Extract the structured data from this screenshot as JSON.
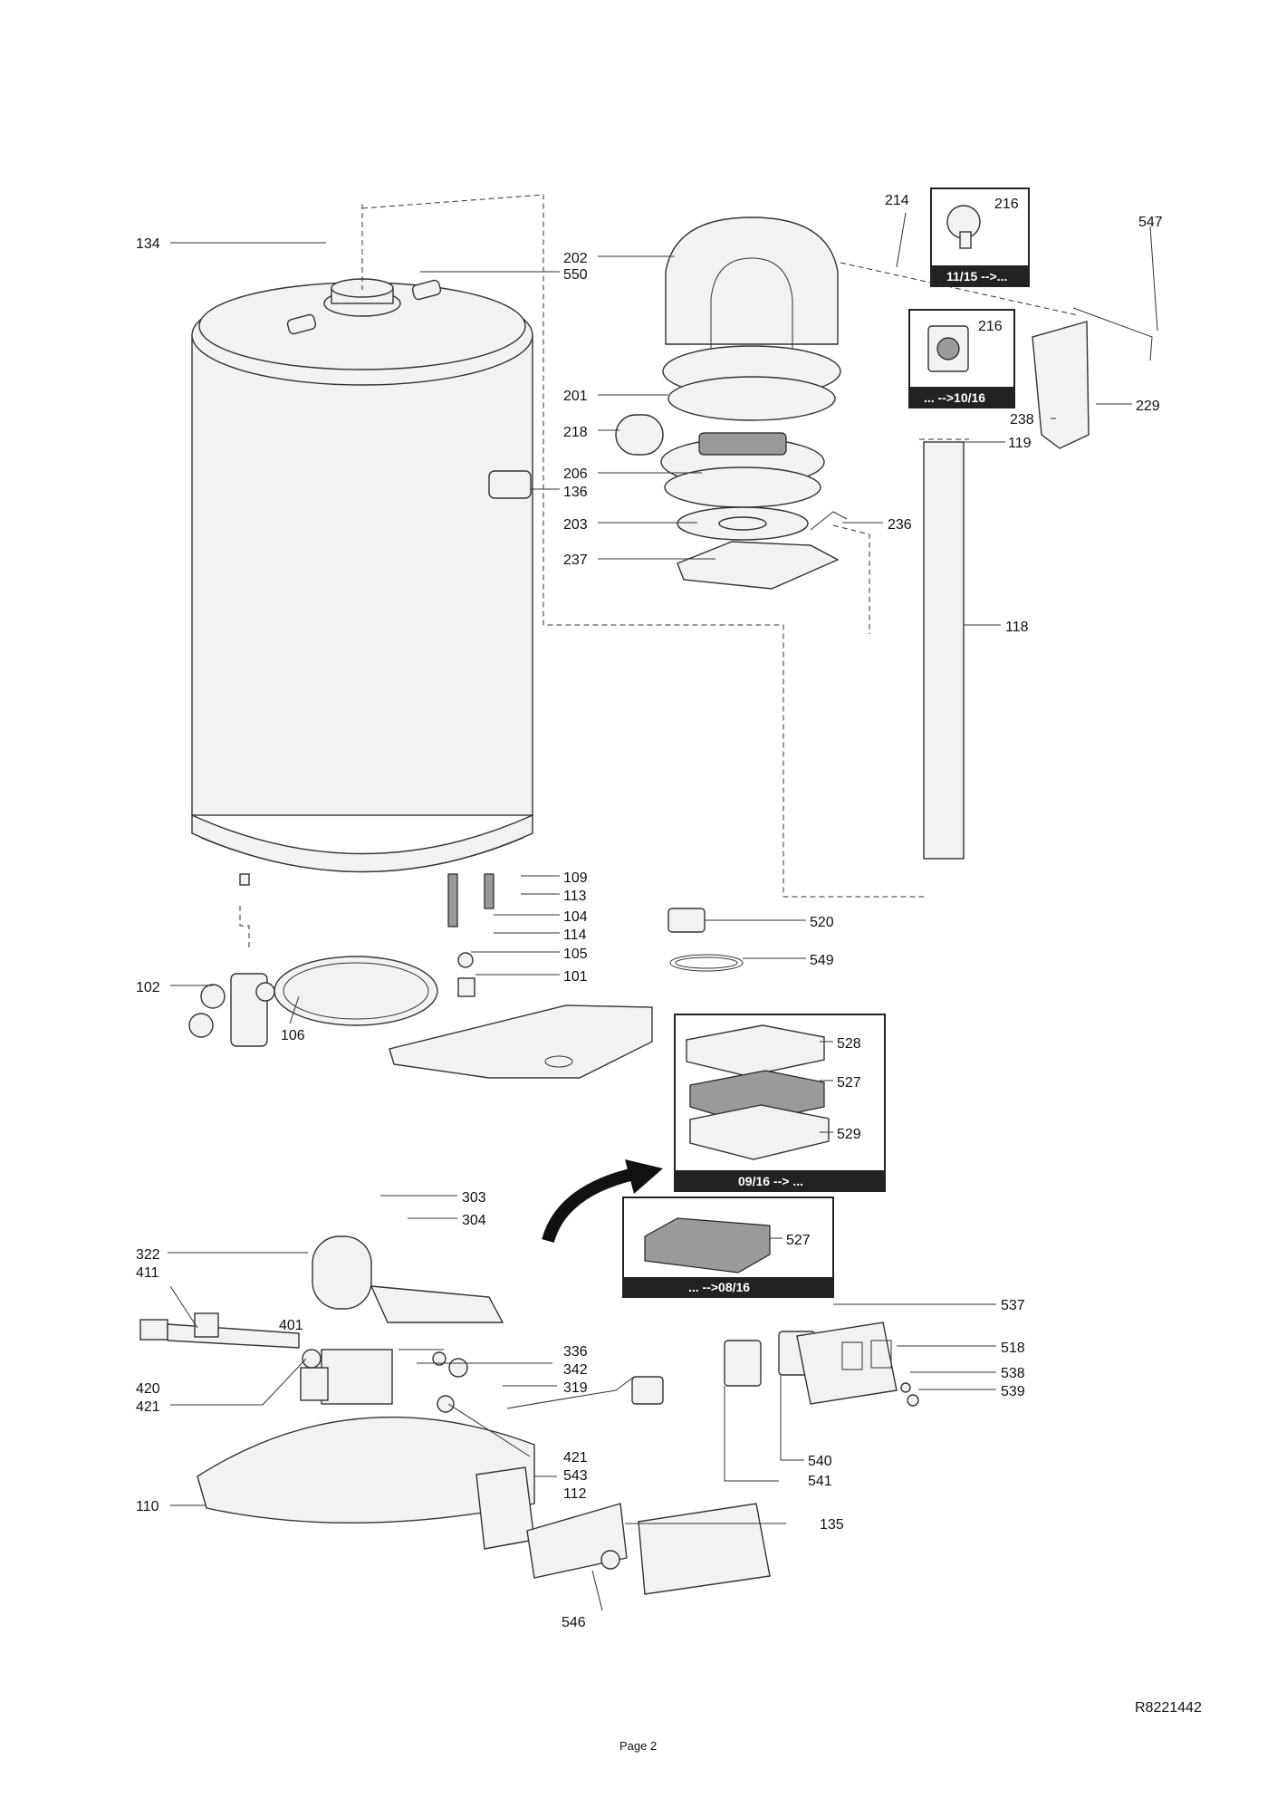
{
  "document": {
    "doc_code": "R8221442",
    "page_label": "Page 2"
  },
  "callouts": {
    "c134": "134",
    "c550": "550",
    "c202": "202",
    "c214": "214",
    "c216a": "216",
    "c547": "547",
    "c216b": "216",
    "c201": "201",
    "c218": "218",
    "c238": "238",
    "c229": "229",
    "c119": "119",
    "c206": "206",
    "c136": "136",
    "c203": "203",
    "c236": "236",
    "c237": "237",
    "c118": "118",
    "c109": "109",
    "c113": "113",
    "c104": "104",
    "c114": "114",
    "c105": "105",
    "c101": "101",
    "c102": "102",
    "c106": "106",
    "c520": "520",
    "c549": "549",
    "c528": "528",
    "c527a": "527",
    "c529": "529",
    "c303": "303",
    "c304": "304",
    "c322": "322",
    "c411": "411",
    "c527b": "527",
    "c401": "401",
    "c420": "420",
    "c421a": "421",
    "c336": "336",
    "c342": "342",
    "c319": "319",
    "c421b": "421",
    "c543": "543",
    "c112": "112",
    "c110": "110",
    "c546": "546",
    "c537": "537",
    "c518": "518",
    "c538": "538",
    "c539": "539",
    "c540": "540",
    "c541": "541",
    "c135": "135"
  },
  "inset_labels": {
    "inset_1115": "11/15 -->...",
    "inset_1015": "... -->10/16",
    "inset_0916": "09/16 --> ...",
    "inset_0816": "... -->08/16"
  }
}
